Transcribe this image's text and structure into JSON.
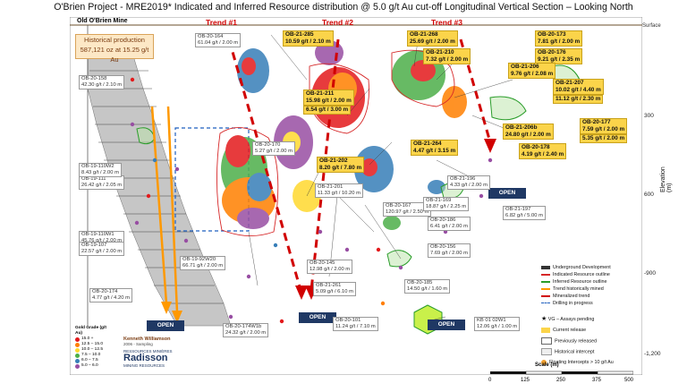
{
  "title": "O'Brien Project - MRE2019* Indicated and Inferred Resource distribution @ 5.0 g/t Au cut-off Longitudinal Vertical Section – Looking North",
  "old_mine_label": "Old O'Brien Mine",
  "historical_production": {
    "title": "Historical production",
    "value": "587,121 oz at 15.25 g/t Au"
  },
  "trends": [
    "Trend #1",
    "Trend #2",
    "Trend #3"
  ],
  "surface_label": "Surface",
  "elevation": {
    "title": "Elevation (m)",
    "ticks": [
      "300",
      "600",
      "-900",
      "-1,200"
    ]
  },
  "open_labels": [
    "OPEN",
    "OPEN",
    "OPEN",
    "OPEN"
  ],
  "current_intercepts": [
    {
      "id": "OB-21-285",
      "value": "10.59 g/t / 2.10 m"
    },
    {
      "id": "OB-21-268",
      "value": "25.69 g/t / 2.00 m"
    },
    {
      "id": "OB-20-173",
      "value": "7.81 g/t / 2.00 m"
    },
    {
      "id": "OB-20-176",
      "value": "9.21 g/t / 2.35 m"
    },
    {
      "id": "OB-21-210",
      "value": "7.32 g/t / 2.00 m"
    },
    {
      "id": "OB-21-206",
      "value": "9.76 g/t / 2.08 m"
    },
    {
      "id": "OB-21-207",
      "value": "10.02 g/t / 4.40 m"
    },
    {
      "id": "OB-21-207b",
      "value": "11.12 g/t / 2.30 m"
    },
    {
      "id": "OB-21-211",
      "value": "15.98 g/t / 2.00 m"
    },
    {
      "id": "OB-21-211b",
      "value": "6.54 g/t / 3.00 m"
    },
    {
      "id": "OB-20-177",
      "value": "7.59 g/t / 2.00 m"
    },
    {
      "id": "OB-20-177b",
      "value": "5.35 g/t / 2.00 m"
    },
    {
      "id": "OB-21-206b",
      "value": "24.80 g/t / 2.00 m"
    },
    {
      "id": "OB-21-264",
      "value": "4.47 g/t / 3.15 m"
    },
    {
      "id": "OB-20-178",
      "value": "4.19 g/t / 2.40 m"
    },
    {
      "id": "OB-21-202",
      "value": "8.20 g/t / 7.80 m"
    }
  ],
  "previous_intercepts": [
    {
      "id": "OB-20-164",
      "value": "61.04 g/t / 2.00 m"
    },
    {
      "id": "OB-20-158",
      "value": "42.30 g/t / 2.10 m"
    },
    {
      "id": "OB-19-111",
      "value": "26.42 g/t / 2.05 m"
    },
    {
      "id": "OB-19-110W2",
      "value": "8.43 g/t / 2.00 m"
    },
    {
      "id": "OB-19-110W1",
      "value": "45.76 g/t / 2.00 m"
    },
    {
      "id": "OB-19-107",
      "value": "22.57 g/t / 2.00 m"
    },
    {
      "id": "OB-20-174",
      "value": "4.77 g/t / 4.20 m"
    },
    {
      "id": "OB-19-92W20",
      "value": "66.71 g/t / 2.00 m"
    },
    {
      "id": "OB-20-174W1b",
      "value": "24.32 g/t / 2.00 m"
    },
    {
      "id": "OB-20-101",
      "value": "11.24 g/t / 7.10 m"
    },
    {
      "id": "OB-21-261",
      "value": "5.09 g/t / 6.10 m"
    },
    {
      "id": "OB-20-145",
      "value": "12.98 g/t / 2.00 m"
    },
    {
      "id": "OB-21-201",
      "value": "11.33 g/t / 10.20 m"
    },
    {
      "id": "OB-20-167",
      "value": "120.97 g/t / 2.50 m"
    },
    {
      "id": "OB-20-186",
      "value": "6.41 g/t / 2.00 m"
    },
    {
      "id": "OB-20-156",
      "value": "7.69 g/t / 2.00 m"
    },
    {
      "id": "OB-20-185",
      "value": "14.50 g/t / 1.60 m"
    },
    {
      "id": "OB-21-197",
      "value": "6.82 g/t / 5.00 m"
    },
    {
      "id": "OB-21-169",
      "value": "18.87 g/t / 2.25 m"
    },
    {
      "id": "OB-21-196",
      "value": "4.33 g/t / 2.00 m"
    },
    {
      "id": "OB-20-170",
      "value": "5.27 g/t / 2.00 m"
    }
  ],
  "kb_label": {
    "id": "KB 01 02W1",
    "value": "12.06 g/t / 1.00 m"
  },
  "legend": {
    "items": [
      {
        "label": "Underground Development",
        "color": "#333333",
        "style": "box"
      },
      {
        "label": "Indicated Resource outline",
        "color": "#d62728",
        "style": "line"
      },
      {
        "label": "Inferred Resource outline",
        "color": "#2a9d2a",
        "style": "line"
      },
      {
        "label": "Trend historically mined",
        "color": "#ff9900",
        "style": "arrow"
      },
      {
        "label": "Mineralized trend",
        "color": "#d10000",
        "style": "arrow"
      },
      {
        "label": "Drilling in progress",
        "color": "#1f5fbf",
        "style": "dash"
      }
    ],
    "symbols": [
      {
        "label": "VG – Assays pending"
      },
      {
        "label": "Current release"
      },
      {
        "label": "Previously released"
      },
      {
        "label": "Historical intercept"
      },
      {
        "label": "Floating Intercepts > 10 g/t Au"
      }
    ]
  },
  "grade_legend": {
    "title": "Gold Grade (g/t Au)",
    "bins": [
      {
        "label": "15.0 +",
        "color": "#e31a1c"
      },
      {
        "label": "12.5 – 15.0",
        "color": "#ff7f00"
      },
      {
        "label": "10.0 – 12.5",
        "color": "#ffd92f"
      },
      {
        "label": "7.5 – 10.0",
        "color": "#4daf4a"
      },
      {
        "label": "6.0 – 7.5",
        "color": "#377eb8"
      },
      {
        "label": "5.0 – 6.0",
        "color": "#984ea3"
      }
    ]
  },
  "logos": {
    "kenneth": "Kenneth Williamson",
    "kenneth_sub": "2006 - Sampling",
    "radisson_top": "RESSOURCES MINIÈRES",
    "radisson": "Radisson",
    "radisson_sub": "MINING RESOURCES"
  },
  "scale": {
    "label": "Scale (m)",
    "ticks": [
      "0",
      "125",
      "250",
      "375",
      "500"
    ]
  }
}
